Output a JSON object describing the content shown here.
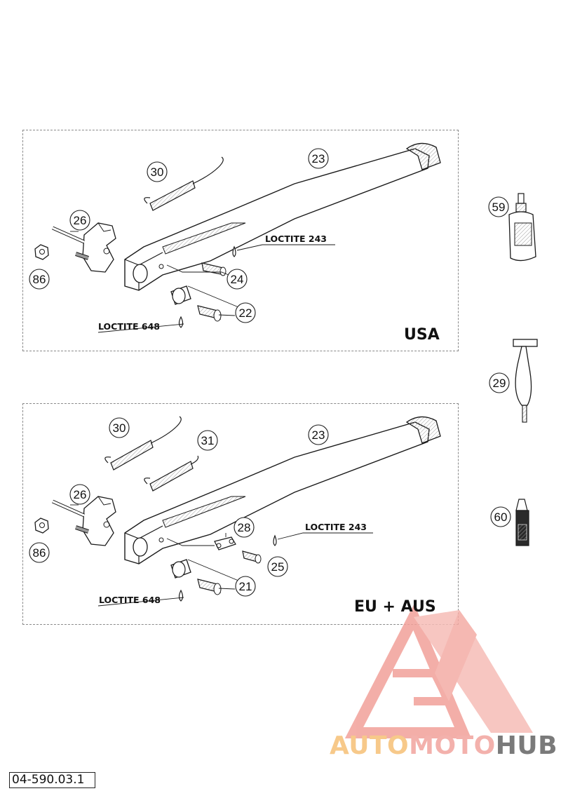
{
  "panels": {
    "usa": {
      "label": "USA"
    },
    "eu": {
      "label": "EU + AUS"
    }
  },
  "loctite": {
    "usa_243": "LOCTITE 243",
    "usa_648": "LOCTITE 648",
    "eu_243": "LOCTITE 243",
    "eu_648": "LOCTITE 648"
  },
  "callouts": {
    "usa_30": "30",
    "usa_23": "23",
    "usa_26": "26",
    "usa_86": "86",
    "usa_24": "24",
    "usa_22": "22",
    "eu_30": "30",
    "eu_31": "31",
    "eu_23": "23",
    "eu_26": "26",
    "eu_86": "86",
    "eu_28": "28",
    "eu_25": "25",
    "eu_21": "21",
    "side_59": "59",
    "side_29": "29",
    "side_60": "60"
  },
  "footer": {
    "doc_code": "04-590.03.1"
  },
  "watermark": {
    "part1": "AUTO",
    "part2": "MOTO",
    "part3": "HUB"
  },
  "colors": {
    "watermark_red": "#f2a19a",
    "watermark_orange": "#f7c98a",
    "watermark_gray": "#7a7a7a"
  }
}
